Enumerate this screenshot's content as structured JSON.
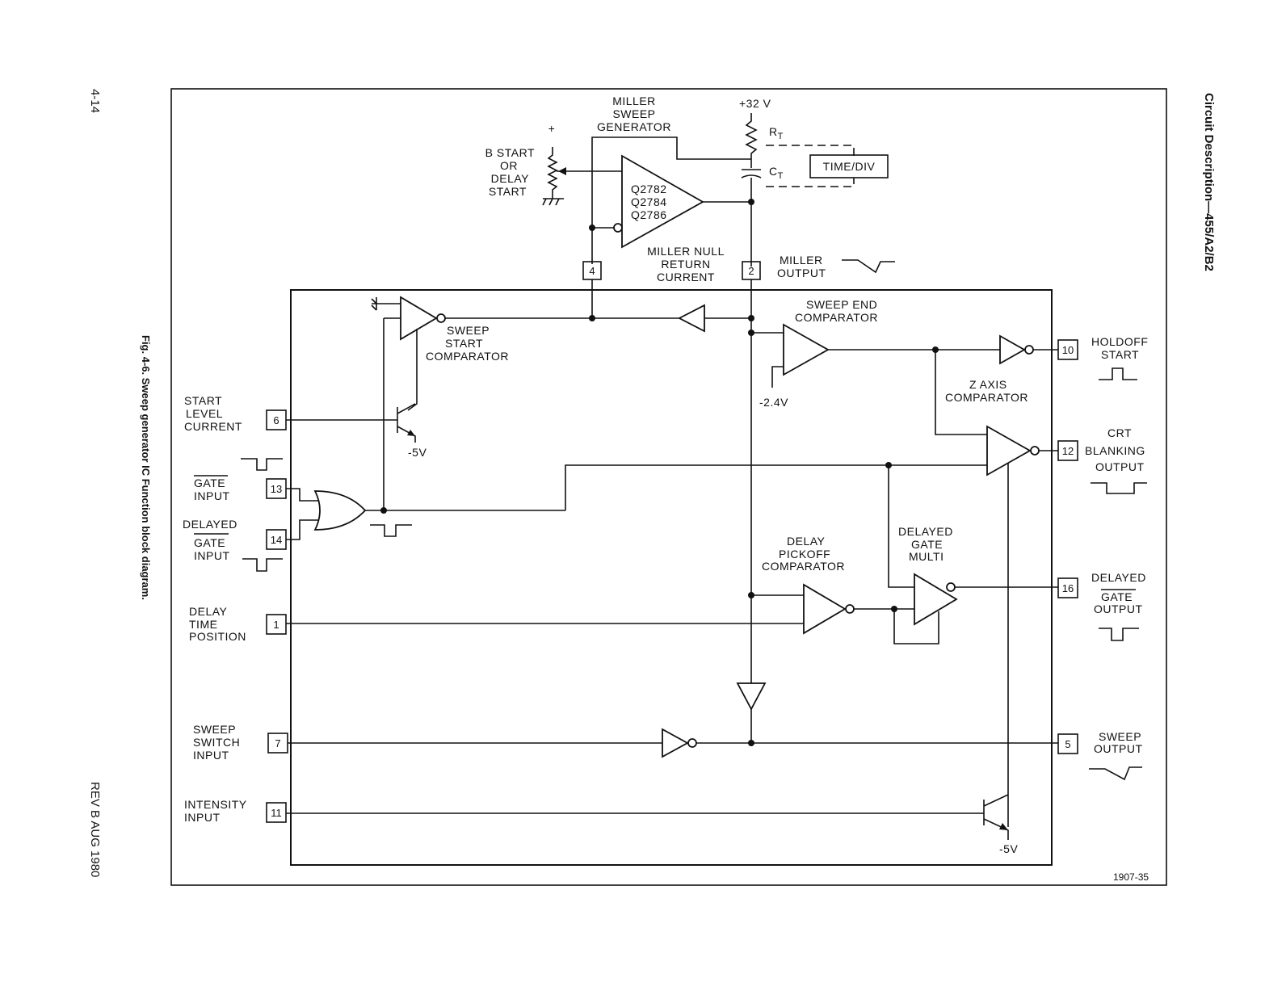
{
  "page": {
    "page_number": "4-14",
    "header": "Circuit Description—455/A2/B2",
    "caption": "Fig. 4-6. Sweep generator IC Function block diagram.",
    "revision": "REV B AUG 1980",
    "figure_id": "1907-35"
  },
  "diagram": {
    "miller_sweep_generator": [
      "MILLER",
      "SWEEP",
      "GENERATOR"
    ],
    "supply": "+32 V",
    "rt": "R",
    "rt_sub": "T",
    "ct": "C",
    "ct_sub": "T",
    "time_div": "TIME/DIV",
    "b_start": [
      "B START",
      "OR",
      "DELAY",
      "START"
    ],
    "plus": "+",
    "transistors": [
      "Q2782",
      "Q2784",
      "Q2786"
    ],
    "miller_null": [
      "MILLER NULL",
      "RETURN",
      "CURRENT"
    ],
    "miller_output": [
      "MILLER",
      "OUTPUT"
    ],
    "sweep_start_comparator": [
      "SWEEP",
      "START",
      "COMPARATOR"
    ],
    "sweep_end_comparator": [
      "SWEEP END",
      "COMPARATOR"
    ],
    "ref_neg24": "-2.4V",
    "neg5v": "-5V",
    "z_axis_comparator": [
      "Z AXIS",
      "COMPARATOR"
    ],
    "delay_pickoff_comparator": [
      "DELAY",
      "PICKOFF",
      "COMPARATOR"
    ],
    "delayed_gate_multi": [
      "DELAYED",
      "GATE",
      "MULTI"
    ],
    "inputs": {
      "start_level_current": [
        "START",
        "LEVEL",
        "CURRENT"
      ],
      "gate_input": [
        "GATE",
        "INPUT"
      ],
      "delayed_gate_input": [
        "DELAYED",
        "GATE",
        "INPUT"
      ],
      "delay_time_position": [
        "DELAY",
        "TIME",
        "POSITION"
      ],
      "sweep_switch_input": [
        "SWEEP",
        "SWITCH",
        "INPUT"
      ],
      "intensity_input": [
        "INTENSITY",
        "INPUT"
      ]
    },
    "outputs": {
      "holdoff_start": [
        "HOLDOFF",
        "START"
      ],
      "crt_blanking_output": [
        "CRT",
        "BLANKING",
        "OUTPUT"
      ],
      "delayed_gate_output": [
        "DELAYED",
        "GATE",
        "OUTPUT"
      ],
      "sweep_output": [
        "SWEEP",
        "OUTPUT"
      ]
    },
    "pins": {
      "p1": "1",
      "p2": "2",
      "p4": "4",
      "p5": "5",
      "p6": "6",
      "p7": "7",
      "p10": "10",
      "p11": "11",
      "p12": "12",
      "p13": "13",
      "p14": "14",
      "p16": "16"
    }
  }
}
